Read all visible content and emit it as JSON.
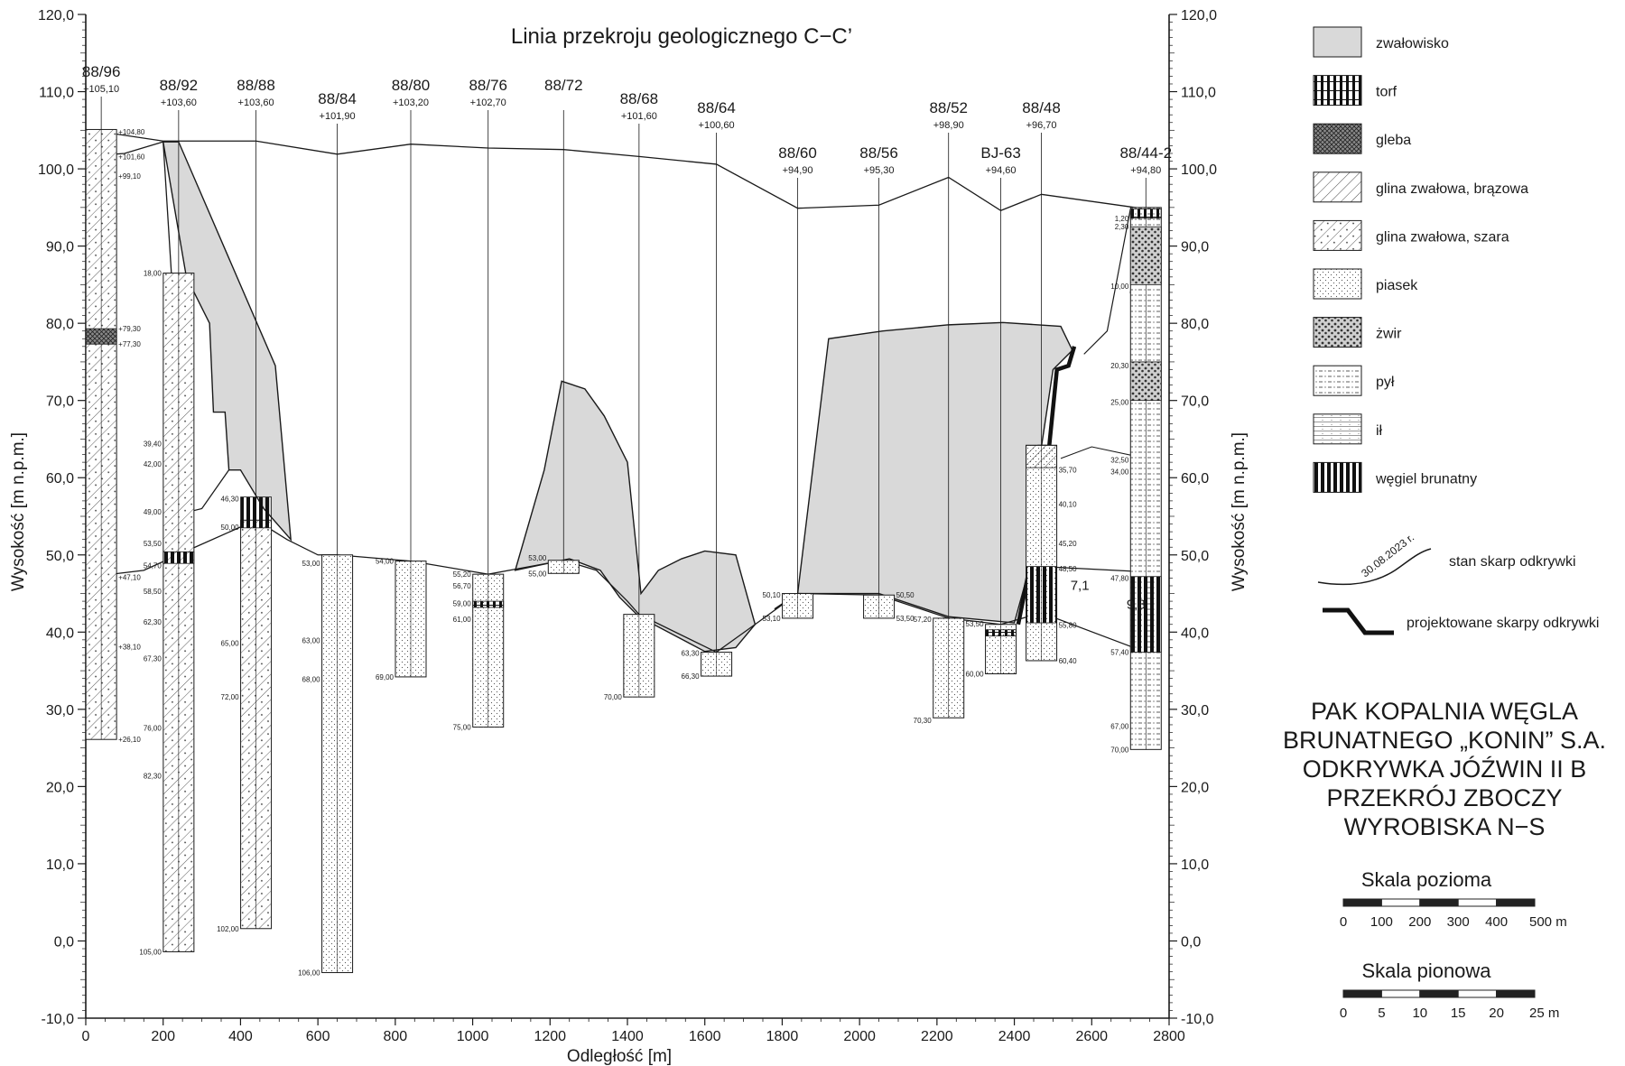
{
  "title": "Linia przekroju geologicznego C−C’",
  "xlabel": "Odległość [m]",
  "ylabel": "Wysokość [m n.p.m.]",
  "x_range": [
    0,
    2800
  ],
  "y_range": [
    -10,
    120
  ],
  "x_ticks": [
    "0",
    "200",
    "400",
    "600",
    "800",
    "1000",
    "1200",
    "1400",
    "1600",
    "1800",
    "2000",
    "2200",
    "2400",
    "2600",
    "2800"
  ],
  "y_ticks": [
    "120,0",
    "110,0",
    "100,0",
    "90,0",
    "80,0",
    "70,0",
    "60,0",
    "50,0",
    "40,0",
    "30,0",
    "20,0",
    "10,0",
    "0,0",
    "-10,0"
  ],
  "boreholes": [
    {
      "id": "88/96",
      "x": 40,
      "elev_label": "+105,10",
      "top": 105.1,
      "bottom": 26.1,
      "row": 0
    },
    {
      "id": "88/92",
      "x": 240,
      "elev_label": "+103,60",
      "top": 86.5,
      "bottom": -1.4,
      "row": 1
    },
    {
      "id": "88/88",
      "x": 440,
      "elev_label": "+103,60",
      "top": 54.5,
      "bottom": 1.6,
      "row": 1
    },
    {
      "id": "88/84",
      "x": 650,
      "elev_label": "+101,90",
      "top": 50,
      "bottom": -4.1,
      "row": 2
    },
    {
      "id": "88/80",
      "x": 840,
      "elev_label": "+103,20",
      "top": 49.2,
      "bottom": 34.2,
      "row": 1
    },
    {
      "id": "88/76",
      "x": 1040,
      "elev_label": "+102,70",
      "top": 47.5,
      "bottom": 27.7,
      "row": 1
    },
    {
      "id": "88/72",
      "x": 1235,
      "elev_label": "",
      "top": 49.3,
      "bottom": 47.6,
      "row": 1
    },
    {
      "id": "88/68",
      "x": 1430,
      "elev_label": "+101,60",
      "top": 42.3,
      "bottom": 31.6,
      "row": 2
    },
    {
      "id": "88/64",
      "x": 1630,
      "elev_label": "+100,60",
      "top": 37.4,
      "bottom": 34.3,
      "row": 3
    },
    {
      "id": "88/60",
      "x": 1840,
      "elev_label": "+94,90",
      "top": 45,
      "bottom": 41.8,
      "row": 4
    },
    {
      "id": "88/56",
      "x": 2050,
      "elev_label": "+95,30",
      "top": 44.8,
      "bottom": 41.8,
      "row": 4
    },
    {
      "id": "88/52",
      "x": 2230,
      "elev_label": "+98,90",
      "top": 41.8,
      "bottom": 28.9,
      "row": 3
    },
    {
      "id": "BJ-63",
      "x": 2365,
      "elev_label": "+94,60",
      "top": 41,
      "bottom": 34.6,
      "row": 4
    },
    {
      "id": "88/48",
      "x": 2470,
      "elev_label": "+96,70",
      "top": 64.2,
      "bottom": 36.3,
      "row": 3
    },
    {
      "id": "88/44-2",
      "x": 2740,
      "elev_label": "+94,80",
      "top": 95,
      "bottom": 24.8,
      "row": 4
    }
  ],
  "depth_labels": [
    "+104,80",
    "+101,60",
    "+99,10",
    "+79,30",
    "+77,30",
    "+47,10",
    "+38,10",
    "+26,10",
    "18,00",
    "39,40",
    "42,00",
    "49,00",
    "53,50",
    "54,70",
    "58,50",
    "62,30",
    "67,30",
    "76,00",
    "82,30",
    "105,00",
    "46,30",
    "50,00",
    "65,00",
    "72,00",
    "102,00",
    "53,00",
    "63,00",
    "68,00",
    "106,00",
    "54,00",
    "69,00",
    "55,20",
    "56,70",
    "59,00",
    "61,00",
    "75,00",
    "53,00",
    "55,00",
    "70,00",
    "63,30",
    "66,30",
    "50,10",
    "53,10",
    "50,50",
    "53,50",
    "57,20",
    "70,30",
    "53,50",
    "60,00",
    "35,70",
    "40,10",
    "45,20",
    "48,50",
    "55,80",
    "60,40",
    "1,20",
    "2,30",
    "10,00",
    "20,30",
    "25,00",
    "32,50",
    "34,00",
    "47,80",
    "57,40",
    "67,00",
    "70,00"
  ],
  "thickness_labels": [
    "7,1",
    "9,8"
  ],
  "legend": {
    "items": [
      {
        "name": "zwałowisko",
        "pattern": "dump"
      },
      {
        "name": "torf",
        "pattern": "peat"
      },
      {
        "name": "gleba",
        "pattern": "soil"
      },
      {
        "name": "glina zwałowa, brązowa",
        "pattern": "till-brown"
      },
      {
        "name": "glina zwałowa, szara",
        "pattern": "till-grey"
      },
      {
        "name": "piasek",
        "pattern": "sand"
      },
      {
        "name": "żwir",
        "pattern": "gravel"
      },
      {
        "name": "pył",
        "pattern": "silt"
      },
      {
        "name": "ił",
        "pattern": "clay"
      },
      {
        "name": "węgiel brunatny",
        "pattern": "lignite"
      }
    ],
    "slope_date": "30.08.2023 r.",
    "slope_label": "stan skarp odkrywki",
    "projected_label": "projektowane skarpy odkrywki"
  },
  "company_block": [
    "PAK KOPALNIA WĘGLA",
    "BRUNATNEGO „KONIN” S.A.",
    "ODKRYWKA JÓŹWIN II B",
    "PRZEKRÓJ ZBOCZY",
    "WYROBISKA N−S"
  ],
  "scale_h": {
    "title": "Skala pozioma",
    "labels": [
      "0",
      "100",
      "200",
      "300",
      "400",
      "500 m"
    ]
  },
  "scale_v": {
    "title": "Skala pionowa",
    "labels": [
      "0",
      "5",
      "10",
      "15",
      "20",
      "25 m"
    ]
  },
  "colors": {
    "dump": "#d9d9d9",
    "line": "#1a1a1a"
  }
}
